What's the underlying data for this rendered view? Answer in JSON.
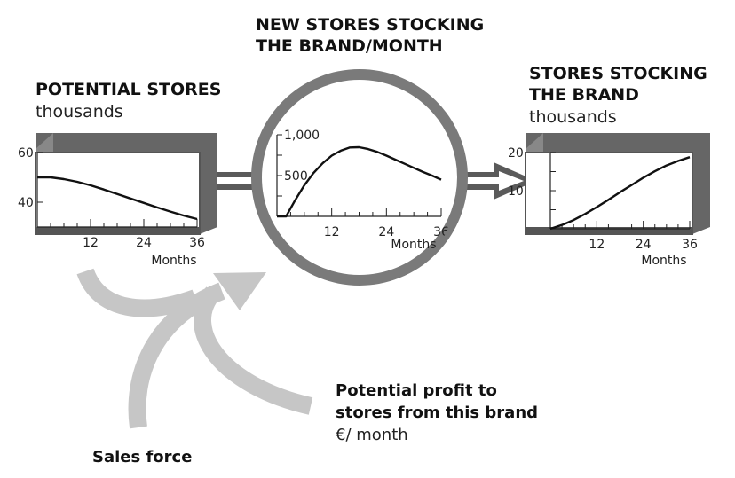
{
  "potential_stores": {
    "title": "POTENTIAL STORES",
    "unit": "thousands"
  },
  "new_stores": {
    "title_line1": "NEW STORES STOCKING",
    "title_line2": "THE BRAND/MONTH"
  },
  "stocking": {
    "title_line1": "STORES STOCKING",
    "title_line2": "THE BRAND",
    "unit": "thousands"
  },
  "influences": {
    "sales_force": "Sales force",
    "profit_line1": "Potential profit to",
    "profit_line2": "stores from this brand",
    "profit_unit": "€/ month"
  },
  "chart_data": [
    {
      "type": "line",
      "title": "POTENTIAL STORES",
      "ylabel": "thousands",
      "xlabel": "Months",
      "xlim": [
        0,
        36
      ],
      "ylim": [
        30,
        60
      ],
      "x_ticks": [
        12,
        24,
        36
      ],
      "y_ticks": [
        40,
        60
      ],
      "x": [
        0,
        3,
        6,
        9,
        12,
        15,
        18,
        21,
        24,
        27,
        30,
        33,
        36
      ],
      "values": [
        50,
        50,
        49.3,
        48.2,
        46.8,
        45.1,
        43.3,
        41.5,
        39.7,
        37.9,
        36.2,
        34.6,
        33.2
      ]
    },
    {
      "type": "line",
      "title": "NEW STORES STOCKING THE BRAND/MONTH",
      "xlabel": "Months",
      "xlim": [
        0,
        36
      ],
      "ylim": [
        0,
        1000
      ],
      "x_ticks": [
        12,
        24,
        36
      ],
      "y_ticks": [
        500,
        1000
      ],
      "x": [
        0,
        2,
        4,
        6,
        8,
        10,
        12,
        14,
        16,
        18,
        20,
        22,
        24,
        26,
        28,
        30,
        32,
        34,
        36
      ],
      "values": [
        0,
        0,
        200,
        380,
        530,
        650,
        745,
        805,
        845,
        848,
        825,
        790,
        745,
        695,
        645,
        595,
        545,
        500,
        450
      ]
    },
    {
      "type": "line",
      "title": "STORES STOCKING THE BRAND",
      "ylabel": "thousands",
      "xlabel": "Months",
      "xlim": [
        0,
        36
      ],
      "ylim": [
        0,
        20
      ],
      "x_ticks": [
        12,
        24,
        36
      ],
      "y_ticks": [
        10,
        20
      ],
      "x": [
        0,
        3,
        6,
        9,
        12,
        15,
        18,
        21,
        24,
        27,
        30,
        33,
        36
      ],
      "values": [
        0,
        1,
        2.3,
        3.9,
        5.7,
        7.6,
        9.6,
        11.5,
        13.4,
        15.1,
        16.6,
        17.8,
        18.8
      ]
    }
  ]
}
